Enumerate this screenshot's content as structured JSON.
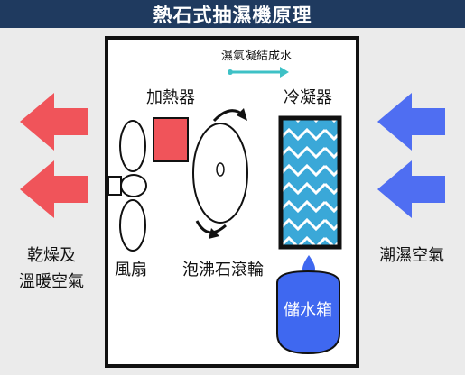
{
  "title": "熱石式抽濕機原理",
  "labels": {
    "condensation": "濕氣凝結成水",
    "heater": "加熱器",
    "condenser": "冷凝器",
    "fan": "風扇",
    "rotor": "泡沸石滾輪",
    "tank": "儲水箱",
    "outlet_line1": "乾燥及",
    "outlet_line2": "溫暖空氣",
    "inlet": "潮濕空氣"
  },
  "colors": {
    "title_bg": "#1f3a5f",
    "hot_arrow": "#f0545a",
    "cold_arrow": "#4f6ef2",
    "heater": "#f0545a",
    "condenser_bg": "#3aa8d8",
    "tank": "#3f68f0",
    "teal_arrow": "#3ec1c6"
  }
}
